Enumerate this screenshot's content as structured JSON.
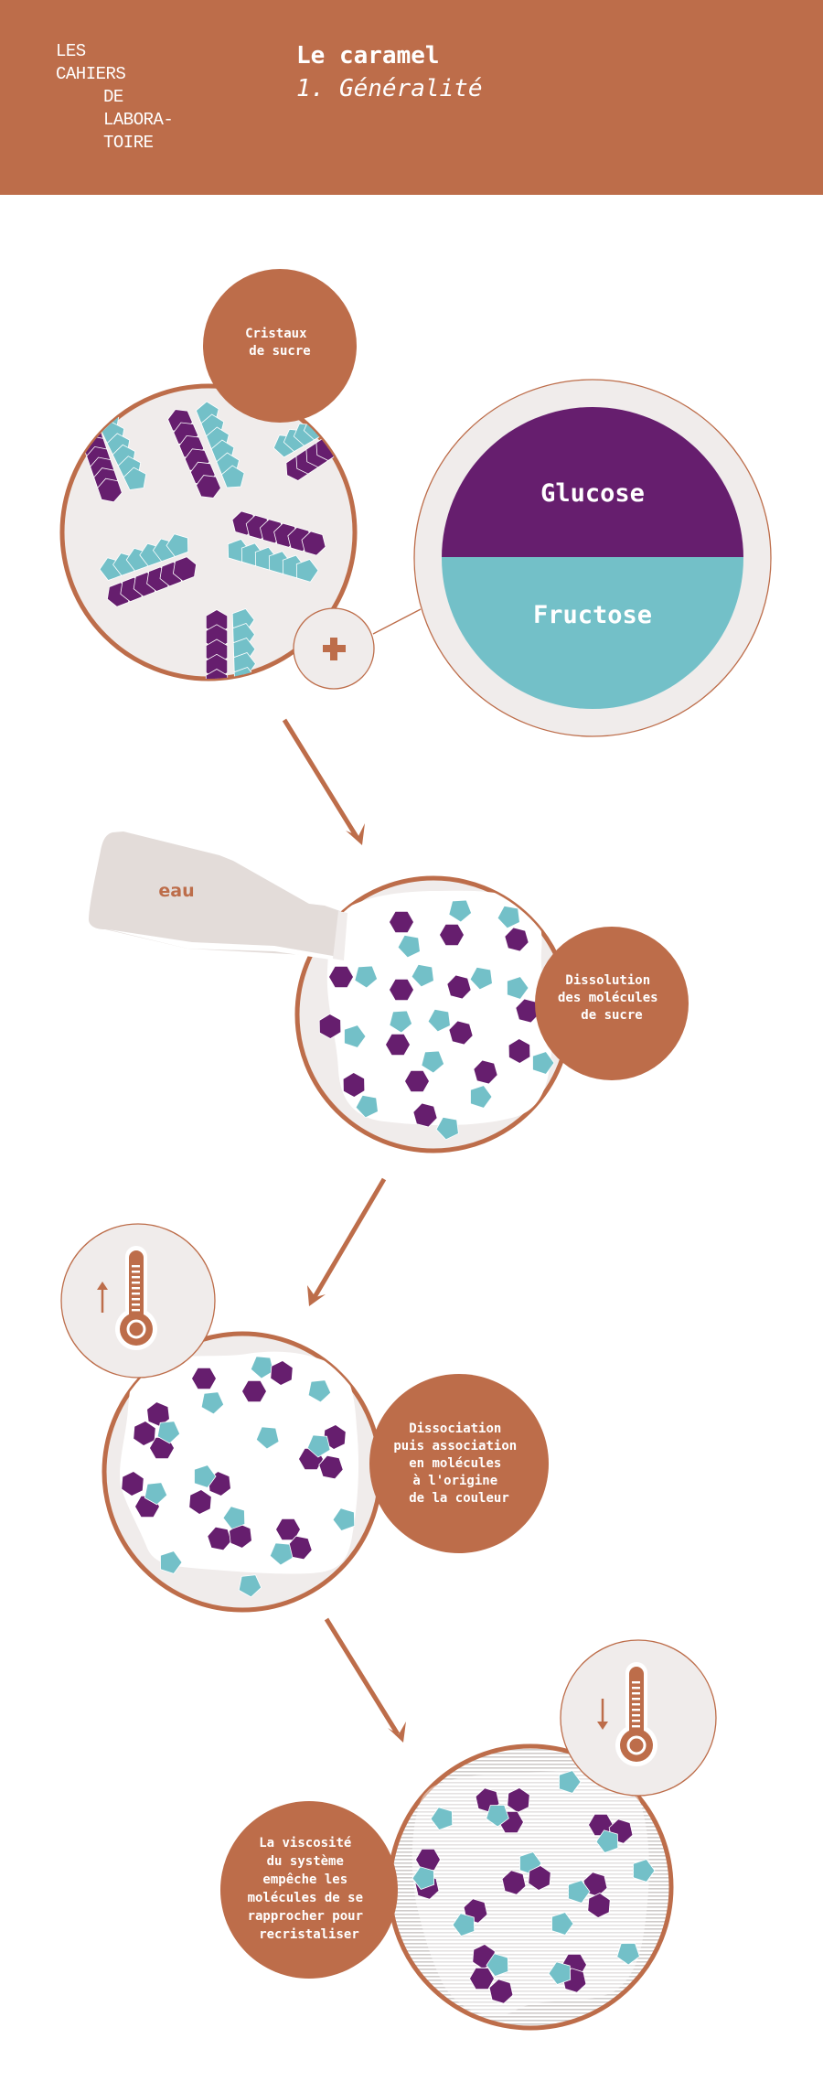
{
  "header": {
    "logo_lines": [
      "LES",
      "CAHIERS",
      "DE",
      "LABORA-",
      "TOIRE"
    ],
    "title": "Le caramel",
    "subtitle": "1. Généralité"
  },
  "colors": {
    "brand": "#BD6D4A",
    "glucose": "#661E6E",
    "fructose": "#73C0C8",
    "panel": "#F0ECEB",
    "bottle": "#E3DCD9"
  },
  "step1": {
    "label_lines": [
      "Cristaux",
      "de sucre"
    ],
    "plus_icon": "plus-icon",
    "glucose_label": "Glucose",
    "fructose_label": "Fructose"
  },
  "step2": {
    "bottle_label": "eau",
    "label_lines": [
      "Dissolution",
      "des molécules",
      "de sucre"
    ]
  },
  "step3": {
    "temperature_icon": "thermometer-up-icon",
    "label_lines": [
      "Dissociation",
      "puis association",
      "en molécules",
      "à l'origine",
      "de la couleur"
    ]
  },
  "step4": {
    "temperature_icon": "thermometer-down-icon",
    "label_lines": [
      "La viscosité",
      "du système",
      "empêche les",
      "molécules de se",
      "rapprocher pour",
      "recristaliser"
    ]
  }
}
